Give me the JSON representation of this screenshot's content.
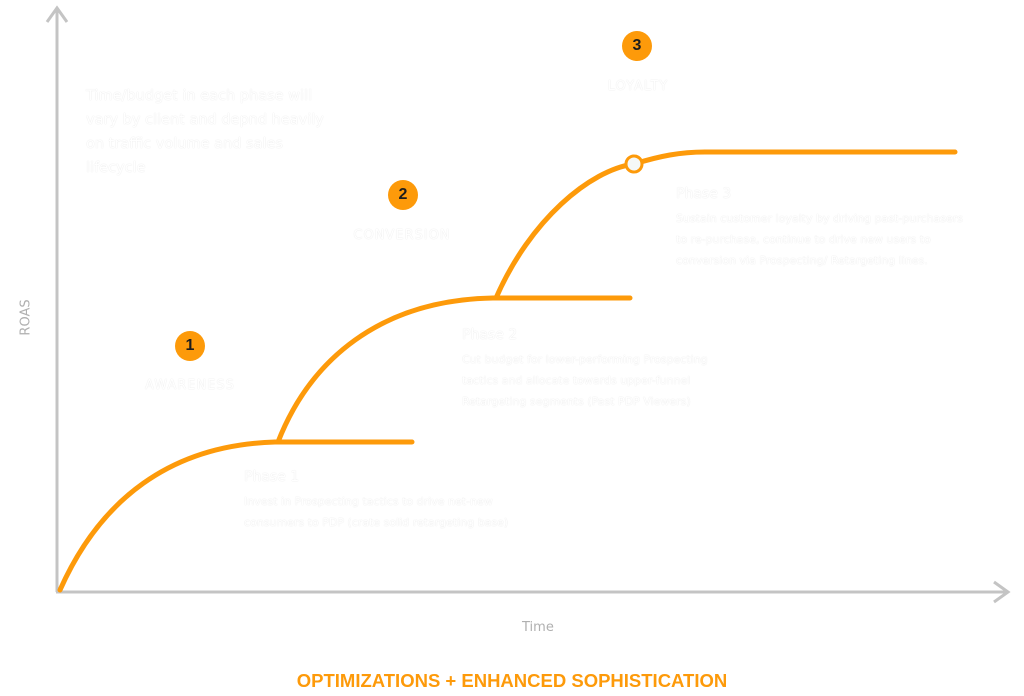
{
  "axes": {
    "y_label": "ROAS",
    "x_label": "Time"
  },
  "note": "Time/budget in each phase will vary by client and depnd heavily on traffic volume and sales lifecycle",
  "stages": [
    {
      "number": "1",
      "label": "AWARENESS"
    },
    {
      "number": "2",
      "label": "CONVERSION"
    },
    {
      "number": "3",
      "label": "LOYALTY"
    }
  ],
  "phases": [
    {
      "title": "Phase 1",
      "body": "Invest in Prospecting tactics to drive net-new consumers to PDP (crate solid retargeting base)"
    },
    {
      "title": "Phase 2",
      "body": "Cut budget for lower-performing Prospecting tactics and allocate towards upper-funnel Retargeting segments (Past PDP Viewers)"
    },
    {
      "title": "Phase 3",
      "body": "Sustain customer loyalty by driving past-purchasers to re-purchase, continue to drive new users to conversion via Prospecting/ Retargeting lines."
    }
  ],
  "footer_title": "OPTIMIZATIONS + ENHANCED SOPHISTICATION",
  "colors": {
    "accent": "#fd9a0a",
    "axis": "#c4c4c4",
    "axis_label": "#b0b0b0",
    "badge_text": "#1c1c1c"
  }
}
